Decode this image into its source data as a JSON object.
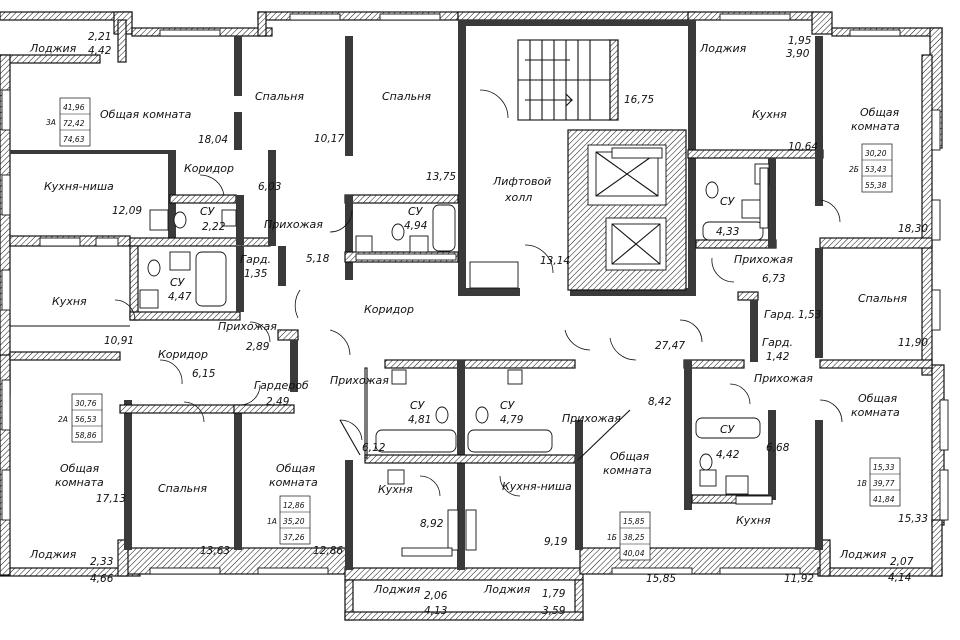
{
  "rooms": [
    {
      "id": "r1",
      "name": "Лоджия",
      "area": "2,21",
      "extra": "4,42"
    },
    {
      "id": "r2",
      "name": "Общая комната",
      "area": "18,04"
    },
    {
      "id": "r3",
      "name": "Спальня",
      "area": "10,17"
    },
    {
      "id": "r4",
      "name": "Спальня",
      "area": "13,75"
    },
    {
      "id": "r5",
      "name": "Коридор",
      "area": "6,03"
    },
    {
      "id": "r6",
      "name": "Кухня-ниша",
      "area": "12,09"
    },
    {
      "id": "r7",
      "name": "СУ",
      "area": "2,22"
    },
    {
      "id": "r8",
      "name": "Прихожая",
      "area": "5,18"
    },
    {
      "id": "r9",
      "name": "СУ",
      "area": "4,94"
    },
    {
      "id": "r10",
      "name": "Гард.",
      "area": "1,35"
    },
    {
      "id": "r11",
      "name": "СУ",
      "area": "4,47"
    },
    {
      "id": "r12",
      "name": "Кухня",
      "area": "10,91"
    },
    {
      "id": "r13",
      "name": "Прихожая",
      "area": "2,89"
    },
    {
      "id": "r14",
      "name": "Коридор",
      "area": "6,15"
    },
    {
      "id": "r15",
      "name": "Коридор",
      "area": "27,47"
    },
    {
      "id": "r16",
      "name": "Лифтовой холл",
      "area": "13,14"
    },
    {
      "id": "r17",
      "name": "",
      "area": "16,75"
    },
    {
      "id": "r18",
      "name": "Лоджия",
      "area": "1,95",
      "extra": "3,90"
    },
    {
      "id": "r19",
      "name": "Кухня",
      "area": "10,64"
    },
    {
      "id": "r20",
      "name": "Общая комната",
      "area": "18,30"
    },
    {
      "id": "r21",
      "name": "СУ",
      "area": "4,33"
    },
    {
      "id": "r22",
      "name": "Прихожая",
      "area": "6,73"
    },
    {
      "id": "r23",
      "name": "Спальня",
      "area": "11,90"
    },
    {
      "id": "r24",
      "name": "Гард.",
      "area": "1,53"
    },
    {
      "id": "r25",
      "name": "Гард.",
      "area": "1,42"
    },
    {
      "id": "r26",
      "name": "Прихожая",
      "area": "8,42"
    },
    {
      "id": "r27",
      "name": "Гардероб",
      "area": "2,49"
    },
    {
      "id": "r28",
      "name": "Прихожая",
      "area": "6,12"
    },
    {
      "id": "r29",
      "name": "СУ",
      "area": "4,81"
    },
    {
      "id": "r30",
      "name": "СУ",
      "area": "4,79"
    },
    {
      "id": "r31",
      "name": "Прихожая",
      "area": ""
    },
    {
      "id": "r32",
      "name": "Прихожая",
      "area": "6,68"
    },
    {
      "id": "r33",
      "name": "СУ",
      "area": "4,42"
    },
    {
      "id": "r34",
      "name": "Общая комната",
      "area": "15,33"
    },
    {
      "id": "r35",
      "name": "Общая комната",
      "area": "17,13"
    },
    {
      "id": "r36",
      "name": "Спальня",
      "area": "13,63"
    },
    {
      "id": "r37",
      "name": "Общая комната",
      "area": "12,86"
    },
    {
      "id": "r38",
      "name": "Кухня",
      "area": "8,92"
    },
    {
      "id": "r39",
      "name": "Кухня-ниша",
      "area": "9,19"
    },
    {
      "id": "r40",
      "name": "Общая комната",
      "area": "15,85"
    },
    {
      "id": "r41",
      "name": "Кухня",
      "area": "11,92"
    },
    {
      "id": "r42",
      "name": "Лоджия",
      "area": "2,33",
      "extra": "4,66"
    },
    {
      "id": "r43",
      "name": "Лоджия",
      "area": "2,06",
      "extra": "4,13"
    },
    {
      "id": "r44",
      "name": "Лоджия",
      "area": "1,79",
      "extra": "3,59"
    },
    {
      "id": "r45",
      "name": "Лоджия",
      "area": "2,07",
      "extra": "4,14"
    }
  ],
  "apartments": [
    {
      "id": "3A",
      "v1": "41,96",
      "v2": "72,42",
      "v3": "74,63"
    },
    {
      "id": "2Б",
      "v1": "30,20",
      "v2": "53,43",
      "v3": "55,38"
    },
    {
      "id": "2А",
      "v1": "30,76",
      "v2": "56,53",
      "v3": "58,86"
    },
    {
      "id": "1А",
      "v1": "12,86",
      "v2": "35,20",
      "v3": "37,26"
    },
    {
      "id": "1Б",
      "v1": "15,85",
      "v2": "38,25",
      "v3": "40,04"
    },
    {
      "id": "1В",
      "v1": "15,33",
      "v2": "39,77",
      "v3": "41,84"
    }
  ]
}
